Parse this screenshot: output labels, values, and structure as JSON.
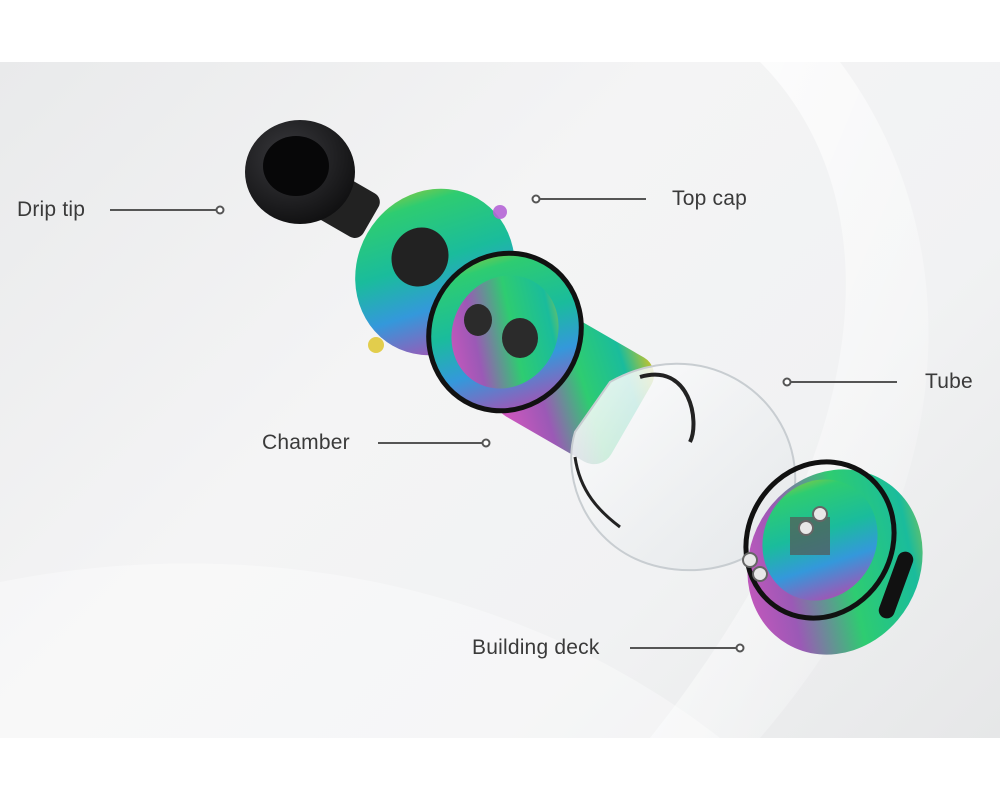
{
  "labels": {
    "drip_tip": "Drip tip",
    "top_cap": "Top cap",
    "tube": "Tube",
    "chamber": "Chamber",
    "building_deck": "Building deck"
  },
  "colors": {
    "rainbow": [
      "#2ecc71",
      "#1abc9c",
      "#3498db",
      "#9b59b6",
      "#e056c0",
      "#f1c40f"
    ],
    "black_part": "#1b1b1d",
    "leader_line": "#555555"
  }
}
